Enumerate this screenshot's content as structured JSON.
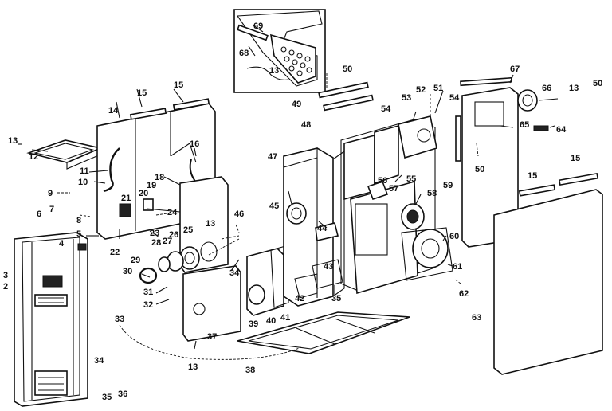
{
  "labels": [
    {
      "id": "p2",
      "text": "2"
    },
    {
      "id": "p3",
      "text": "3"
    },
    {
      "id": "p4",
      "text": "4"
    },
    {
      "id": "p5",
      "text": "5"
    },
    {
      "id": "p6",
      "text": "6"
    },
    {
      "id": "p7",
      "text": "7"
    },
    {
      "id": "p8",
      "text": "8"
    },
    {
      "id": "p9",
      "text": "9"
    },
    {
      "id": "p10",
      "text": "10"
    },
    {
      "id": "p11",
      "text": "11"
    },
    {
      "id": "p12",
      "text": "12"
    },
    {
      "id": "p13a",
      "text": "13"
    },
    {
      "id": "p13b",
      "text": "13"
    },
    {
      "id": "p13c",
      "text": "13"
    },
    {
      "id": "p13d",
      "text": "13"
    },
    {
      "id": "p13e",
      "text": "13"
    },
    {
      "id": "p14",
      "text": "14"
    },
    {
      "id": "p15a",
      "text": "15"
    },
    {
      "id": "p15b",
      "text": "15"
    },
    {
      "id": "p15c",
      "text": "15"
    },
    {
      "id": "p15d",
      "text": "15"
    },
    {
      "id": "p16",
      "text": "16"
    },
    {
      "id": "p18",
      "text": "18"
    },
    {
      "id": "p19",
      "text": "19"
    },
    {
      "id": "p20",
      "text": "20"
    },
    {
      "id": "p21",
      "text": "21"
    },
    {
      "id": "p22",
      "text": "22"
    },
    {
      "id": "p23",
      "text": "23"
    },
    {
      "id": "p24",
      "text": "24"
    },
    {
      "id": "p25",
      "text": "25"
    },
    {
      "id": "p26",
      "text": "26"
    },
    {
      "id": "p27",
      "text": "27"
    },
    {
      "id": "p28",
      "text": "28"
    },
    {
      "id": "p29",
      "text": "29"
    },
    {
      "id": "p30",
      "text": "30"
    },
    {
      "id": "p31",
      "text": "31"
    },
    {
      "id": "p32",
      "text": "32"
    },
    {
      "id": "p33",
      "text": "33"
    },
    {
      "id": "p34a",
      "text": "34"
    },
    {
      "id": "p34b",
      "text": "34"
    },
    {
      "id": "p35a",
      "text": "35"
    },
    {
      "id": "p35b",
      "text": "35"
    },
    {
      "id": "p36",
      "text": "36"
    },
    {
      "id": "p37",
      "text": "37"
    },
    {
      "id": "p38",
      "text": "38"
    },
    {
      "id": "p39",
      "text": "39"
    },
    {
      "id": "p40",
      "text": "40"
    },
    {
      "id": "p41",
      "text": "41"
    },
    {
      "id": "p42",
      "text": "42"
    },
    {
      "id": "p43",
      "text": "43"
    },
    {
      "id": "p44",
      "text": "44"
    },
    {
      "id": "p45",
      "text": "45"
    },
    {
      "id": "p46",
      "text": "46"
    },
    {
      "id": "p47",
      "text": "47"
    },
    {
      "id": "p48",
      "text": "48"
    },
    {
      "id": "p49",
      "text": "49"
    },
    {
      "id": "p50a",
      "text": "50"
    },
    {
      "id": "p50b",
      "text": "50"
    },
    {
      "id": "p50c",
      "text": "50"
    },
    {
      "id": "p51",
      "text": "51"
    },
    {
      "id": "p52",
      "text": "52"
    },
    {
      "id": "p53",
      "text": "53"
    },
    {
      "id": "p54a",
      "text": "54"
    },
    {
      "id": "p54b",
      "text": "54"
    },
    {
      "id": "p55",
      "text": "55"
    },
    {
      "id": "p56",
      "text": "56"
    },
    {
      "id": "p57",
      "text": "57"
    },
    {
      "id": "p58",
      "text": "58"
    },
    {
      "id": "p59",
      "text": "59"
    },
    {
      "id": "p60",
      "text": "60"
    },
    {
      "id": "p61",
      "text": "61"
    },
    {
      "id": "p62",
      "text": "62"
    },
    {
      "id": "p63",
      "text": "63"
    },
    {
      "id": "p64",
      "text": "64"
    },
    {
      "id": "p65",
      "text": "65"
    },
    {
      "id": "p66",
      "text": "66"
    },
    {
      "id": "p67",
      "text": "67"
    },
    {
      "id": "p68",
      "text": "68"
    },
    {
      "id": "p69",
      "text": "69"
    }
  ]
}
